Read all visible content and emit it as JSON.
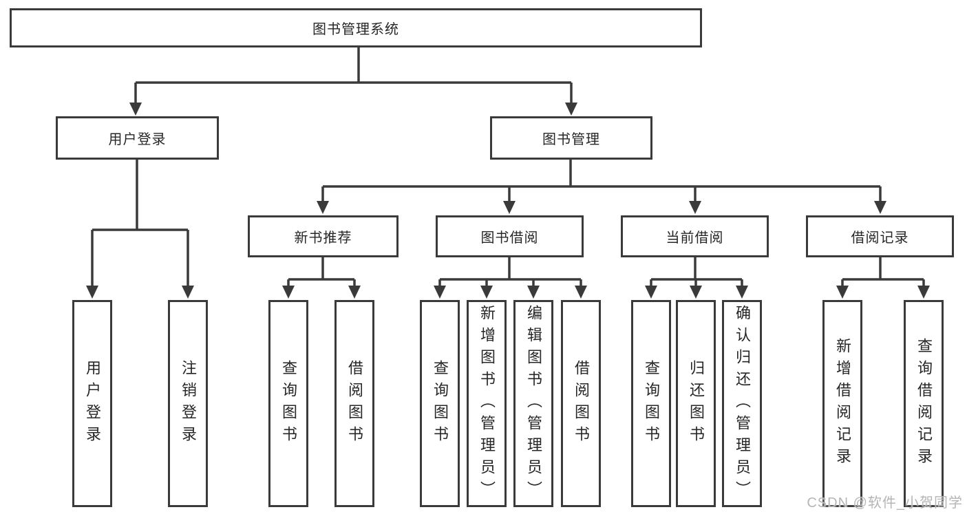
{
  "diagram": {
    "root": {
      "label": "图书管理系统"
    },
    "branches": [
      {
        "label": "用户登录",
        "children": [
          {
            "label": "用户登录"
          },
          {
            "label": "注销登录"
          }
        ]
      },
      {
        "label": "图书管理",
        "children": [
          {
            "label": "新书推荐",
            "children": [
              {
                "label": "查询图书"
              },
              {
                "label": "借阅图书"
              }
            ]
          },
          {
            "label": "图书借阅",
            "children": [
              {
                "label": "查询图书"
              },
              {
                "label": "新增图书（管理员）"
              },
              {
                "label": "编辑图书（管理员）"
              },
              {
                "label": "借阅图书"
              }
            ]
          },
          {
            "label": "当前借阅",
            "children": [
              {
                "label": "查询图书"
              },
              {
                "label": "归还图书"
              },
              {
                "label": "确认归还（管理员）"
              }
            ]
          },
          {
            "label": "借阅记录",
            "children": [
              {
                "label": "新增借阅记录"
              },
              {
                "label": "查询借阅记录"
              }
            ]
          }
        ]
      }
    ],
    "watermark": "CSDN @软件_小贺同学",
    "colors": {
      "ink": "#3a3a3a",
      "watermark": "#b5b5b5"
    }
  }
}
